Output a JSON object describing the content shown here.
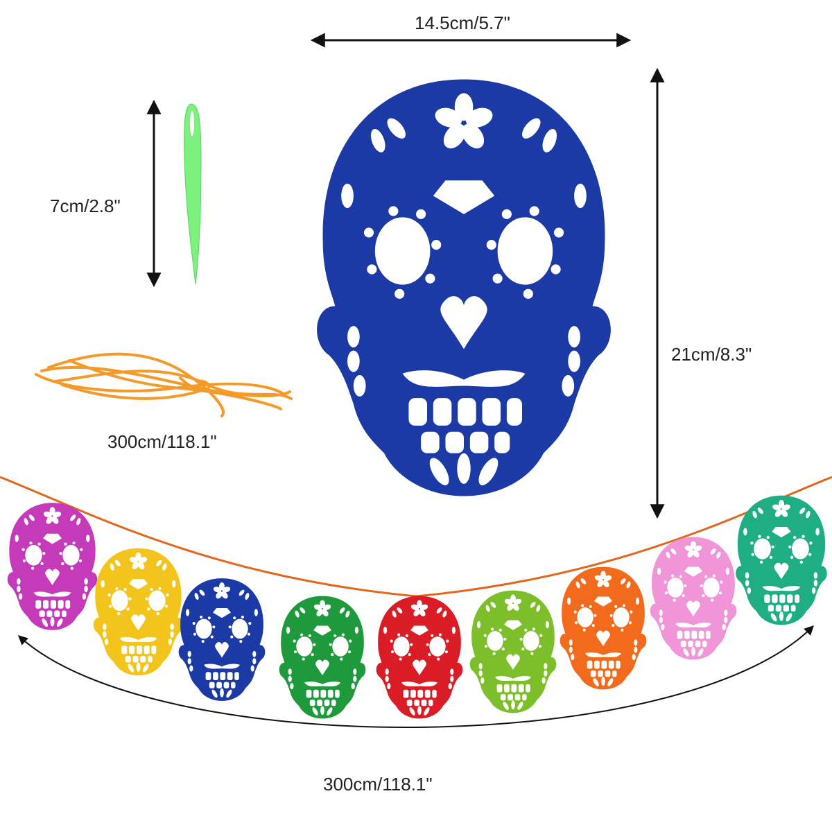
{
  "labels": {
    "skull_width": "14.5cm/5.7\"",
    "skull_height": "21cm/8.3\"",
    "needle_length": "7cm/2.8\"",
    "ribbon_length": "300cm/118.1\"",
    "banner_length": "300cm/118.1\""
  },
  "colors": {
    "main_skull": "#1c3aa6",
    "needle": "#7ef07e",
    "ribbon": "#f39b2a",
    "string": "#e0671b",
    "garland": [
      "#c43ab8",
      "#f3c51c",
      "#1c3aa6",
      "#1e9a3c",
      "#d91c25",
      "#7cbf2a",
      "#f26a1b",
      "#ef95d8",
      "#1fae84"
    ]
  },
  "icons": [
    "dimension-arrow-icon",
    "needle-icon",
    "ribbon-icon",
    "skull-icon"
  ]
}
